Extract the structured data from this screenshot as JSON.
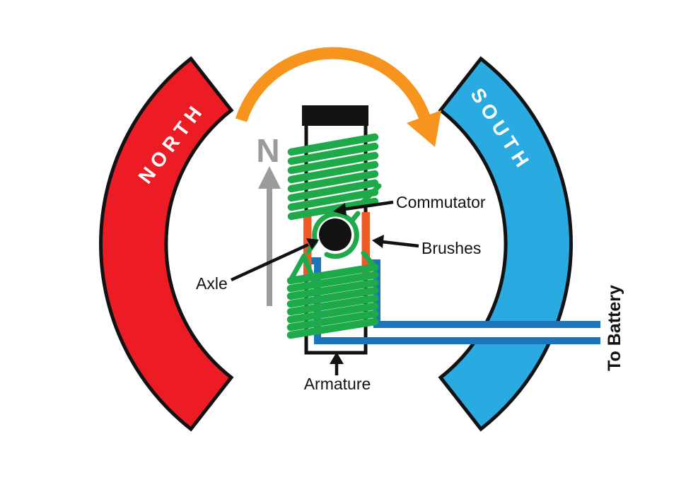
{
  "labels": {
    "north": "NORTH",
    "south": "SOUTH",
    "field_direction": "N",
    "commutator": "Commutator",
    "brushes": "Brushes",
    "axle": "Axle",
    "armature": "Armature",
    "to_battery": "To Battery"
  },
  "colors": {
    "magnet-red": "#ED1C24",
    "magnet-blue": "#29ABE2",
    "coil-green": "#1EAA4B",
    "wire-blue": "#1B75BC",
    "rotation-orange": "#F7941E",
    "brush-orange": "#F15A24",
    "field-gray": "#9B9B9B",
    "ink-black": "#121212",
    "bg-white": "#FFFFFF"
  }
}
